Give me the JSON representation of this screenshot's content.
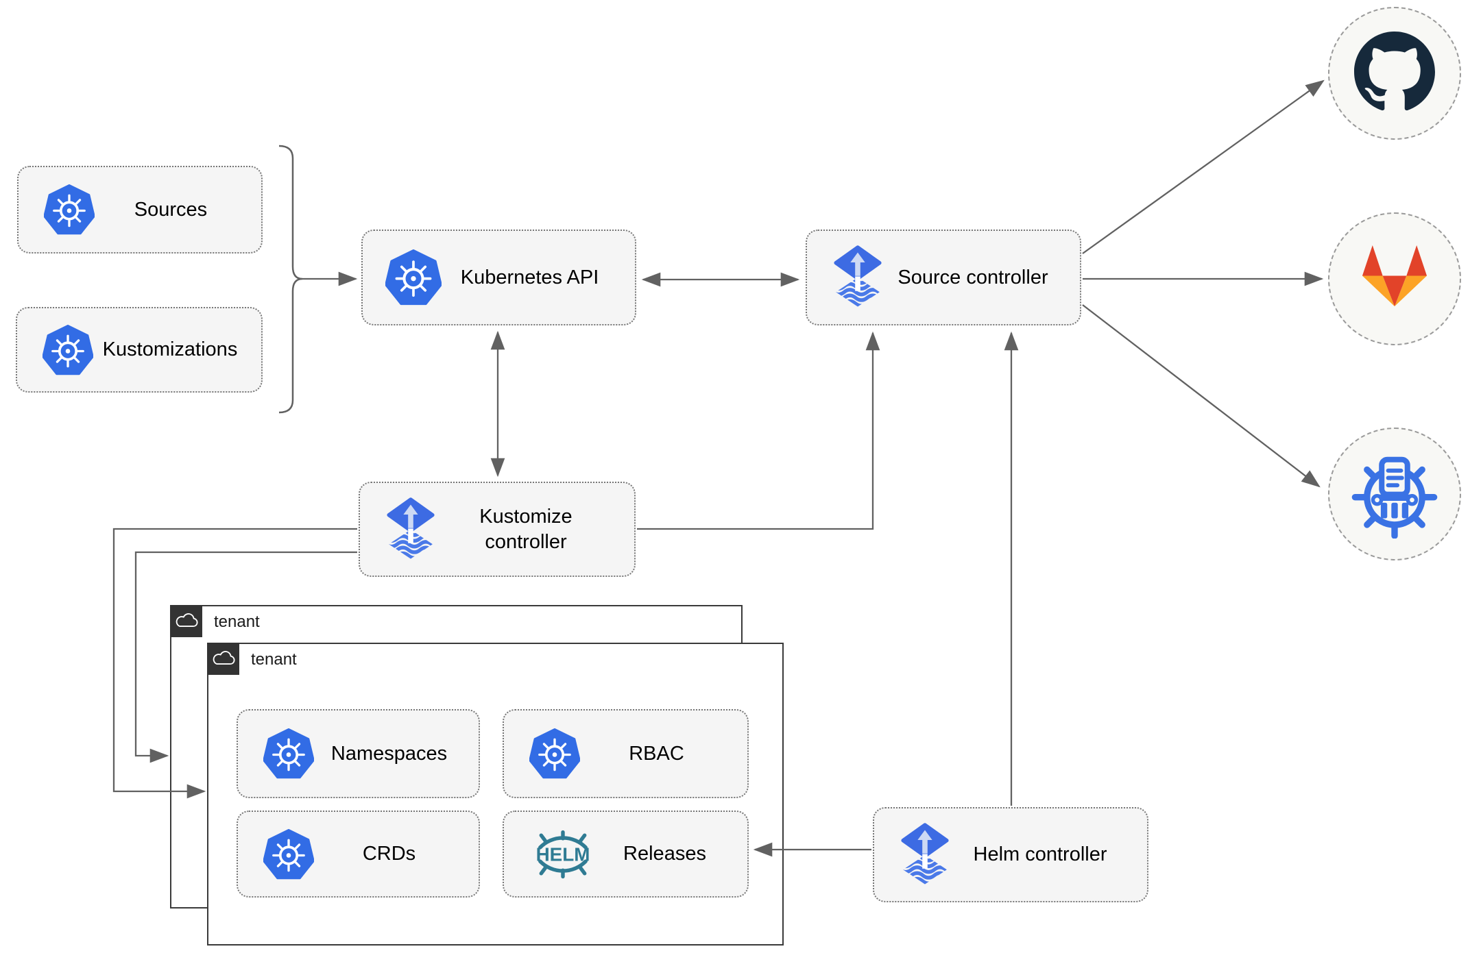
{
  "nodes": {
    "sources": {
      "label": "Sources",
      "icon": "kubernetes-icon"
    },
    "kustomizations": {
      "label": "Kustomizations",
      "icon": "kubernetes-icon"
    },
    "kubernetes_api": {
      "label": "Kubernetes API",
      "icon": "kubernetes-icon"
    },
    "source_controller": {
      "label": "Source controller",
      "icon": "flux-icon"
    },
    "kustomize_controller": {
      "label": "Kustomize controller",
      "icon": "flux-icon"
    },
    "helm_controller": {
      "label": "Helm controller",
      "icon": "flux-icon"
    },
    "namespaces": {
      "label": "Namespaces",
      "icon": "kubernetes-icon"
    },
    "rbac": {
      "label": "RBAC",
      "icon": "kubernetes-icon"
    },
    "crds": {
      "label": "CRDs",
      "icon": "kubernetes-icon"
    },
    "releases": {
      "label": "Releases",
      "icon": "helm-icon",
      "icon_text": "HELM"
    }
  },
  "tenants": {
    "outer": {
      "label": "tenant",
      "icon": "cloud-icon"
    },
    "inner": {
      "label": "tenant",
      "icon": "cloud-icon"
    }
  },
  "endpoints": {
    "github": {
      "icon": "github-icon"
    },
    "gitlab": {
      "icon": "gitlab-icon"
    },
    "chartmuseum": {
      "icon": "chartmuseum-icon"
    }
  },
  "colors": {
    "kubernetes_blue": "#326ce5",
    "flux_blue": "#3d6be3",
    "flux_arrow_light": "#cdd9f4",
    "github_dark": "#16293b",
    "gitlab_red": "#e24329",
    "gitlab_light_orange": "#fca326",
    "helm_teal": "#2f7b93",
    "chartmuseum_blue": "#3a72e4",
    "box_fill": "#f5f5f5",
    "box_border": "#767676",
    "connector_gray": "#616161",
    "tenant_tab": "#333333"
  }
}
